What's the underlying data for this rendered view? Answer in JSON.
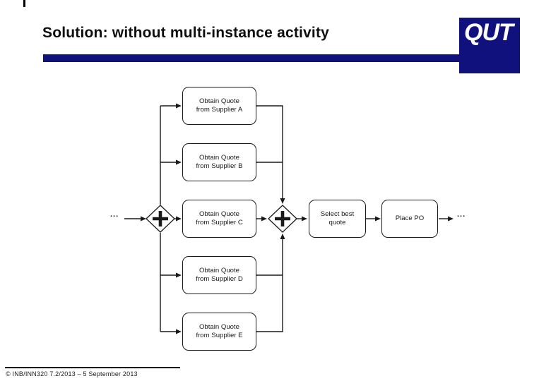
{
  "slide": {
    "title": "Solution: without multi-instance activity",
    "footer": "© INB/INN320 7.2/2013 – 5 September 2013",
    "accent_color": "#11117d",
    "logo": {
      "text": "QUT"
    }
  },
  "diagram": {
    "type": "bpmn-process-flow",
    "left_ellipsis": "...",
    "right_ellipsis": "...",
    "gateways": [
      {
        "id": "parallel-split",
        "symbol": "+"
      },
      {
        "id": "parallel-join",
        "symbol": "+"
      }
    ],
    "tasks": [
      {
        "id": "obtain-quote-a",
        "line1": "Obtain Quote",
        "line2": "from Supplier A"
      },
      {
        "id": "obtain-quote-b",
        "line1": "Obtain Quote",
        "line2": "from Supplier B"
      },
      {
        "id": "obtain-quote-c",
        "line1": "Obtain Quote",
        "line2": "from Supplier C"
      },
      {
        "id": "obtain-quote-d",
        "line1": "Obtain Quote",
        "line2": "from Supplier D"
      },
      {
        "id": "obtain-quote-e",
        "line1": "Obtain Quote",
        "line2": "from Supplier E"
      },
      {
        "id": "select-best-quote",
        "line1": "Select best",
        "line2": "quote"
      },
      {
        "id": "place-po",
        "line1": "Place PO"
      }
    ]
  }
}
